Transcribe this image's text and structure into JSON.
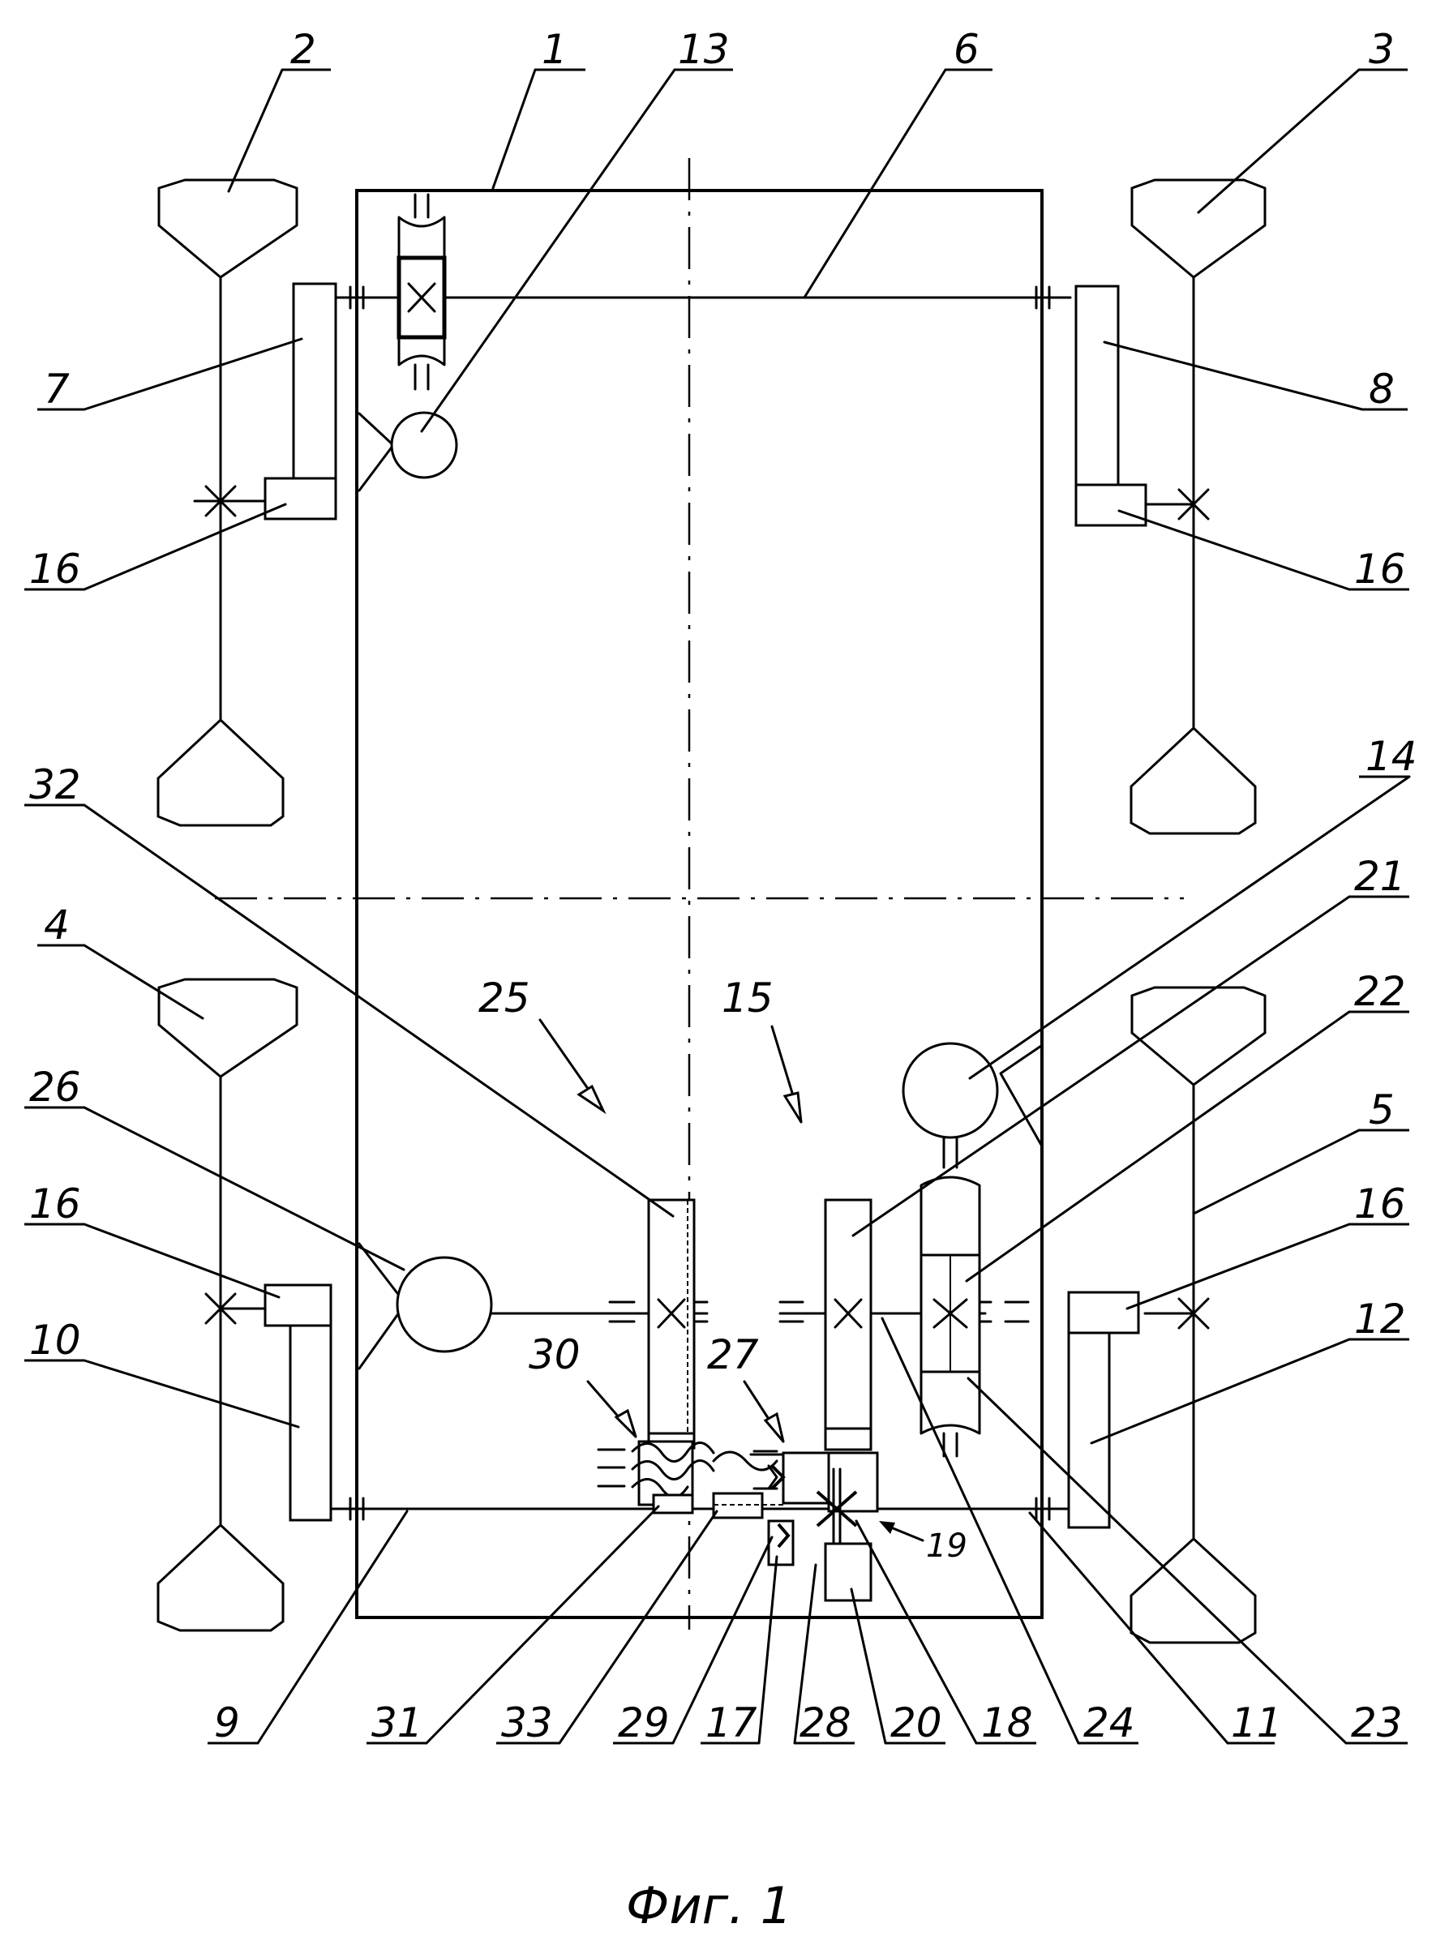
{
  "caption": "Фиг. 1",
  "labels": {
    "l1": "1",
    "l2": "2",
    "l3": "3",
    "l4": "4",
    "l5": "5",
    "l6": "6",
    "l7": "7",
    "l8": "8",
    "l9": "9",
    "l10": "10",
    "l11": "11",
    "l12": "12",
    "l13": "13",
    "l14": "14",
    "l15": "15",
    "l16a": "16",
    "l16b": "16",
    "l16c": "16",
    "l16d": "16",
    "l17": "17",
    "l18": "18",
    "l19": "19",
    "l20": "20",
    "l21": "21",
    "l22": "22",
    "l23": "23",
    "l24": "24",
    "l25": "25",
    "l26": "26",
    "l27": "27",
    "l28": "28",
    "l29": "29",
    "l30": "30",
    "l31": "31",
    "l32": "32",
    "l33": "33"
  }
}
